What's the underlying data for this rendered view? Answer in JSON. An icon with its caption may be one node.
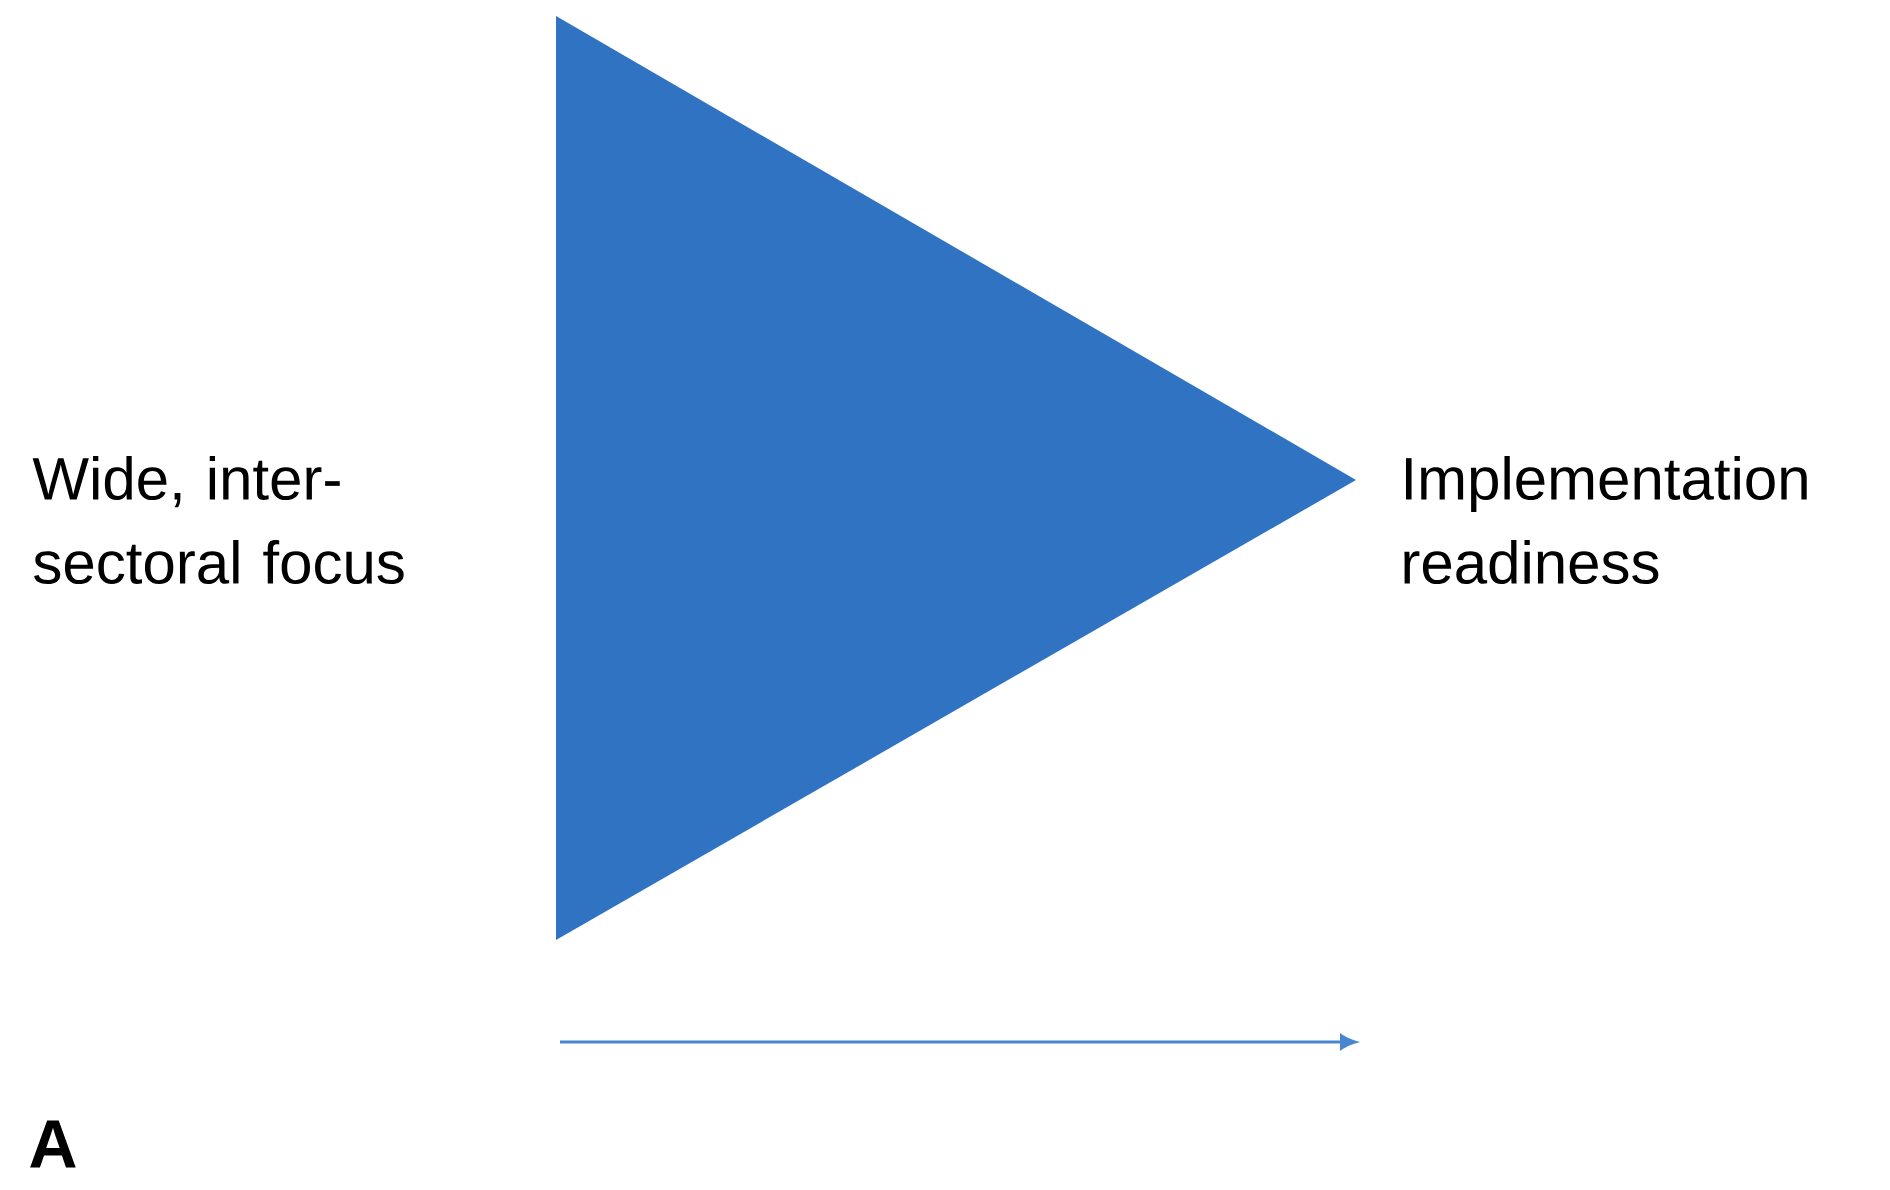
{
  "diagram": {
    "labels": [
      "Wide, inter-sectoral focus",
      "Implementation readiness",
      "A"
    ]
  }
}
